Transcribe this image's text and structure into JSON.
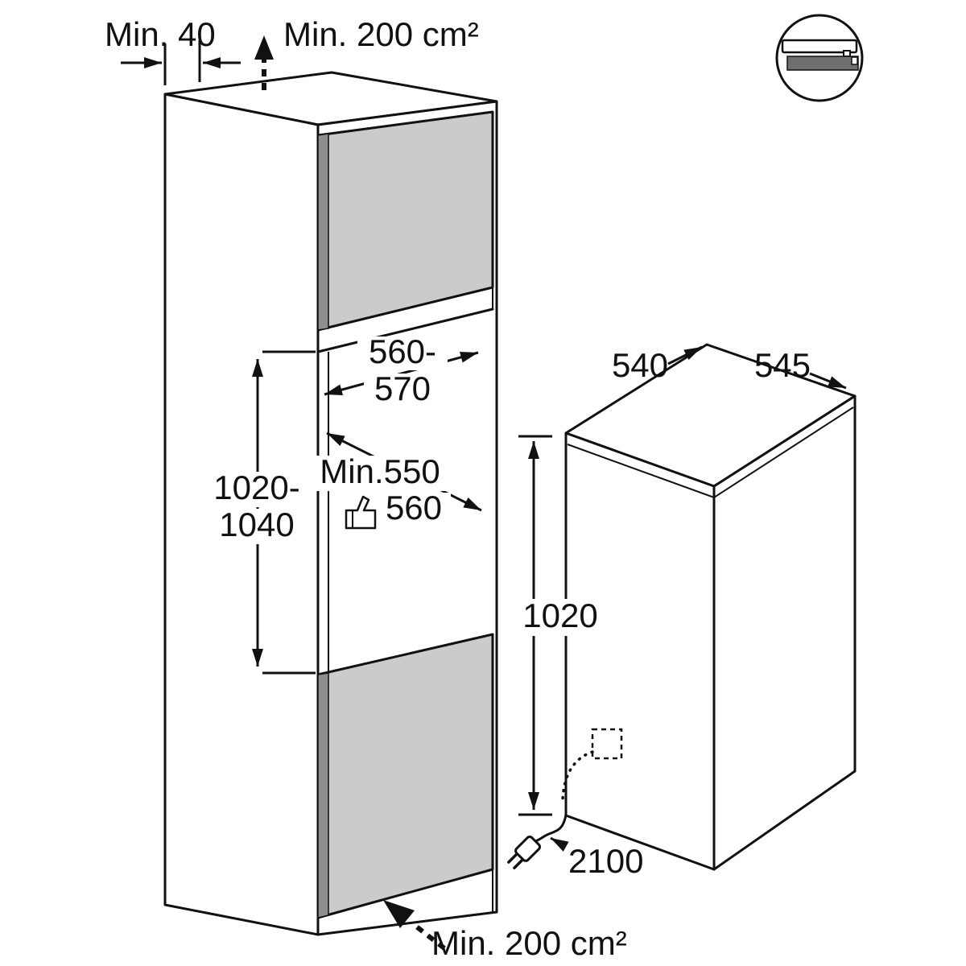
{
  "diagram": {
    "type": "appliance-installation-diagram",
    "subject": "Built-in refrigerator housing niche and appliance dimensions",
    "labels": {
      "min_gap_top": "Min. 40",
      "vent_top": "Min. 200 cm²",
      "niche_width_line1": "560-",
      "niche_width_line2": "570",
      "niche_height_line1": "1020-",
      "niche_height_line2": "1040",
      "niche_depth_line1": "Min.550",
      "niche_depth_line2": "560",
      "appliance_width": "540",
      "appliance_depth": "545",
      "appliance_height": "1020",
      "cable_length": "2100",
      "vent_bottom": "Min. 200 cm²"
    },
    "icons": {
      "grille": "plinth-ventilation-grille-icon",
      "thumbs_up": "thumbs-up-icon",
      "plug": "power-plug-icon",
      "outlet": "socket-outlet-dashed-icon",
      "airflow_top": "airflow-arrow-up-icon",
      "airflow_bottom": "airflow-arrow-icon"
    },
    "colors": {
      "line": "#111111",
      "door_panel": "#cbcbcb",
      "door_edge_shadow": "#8f8f8f",
      "grille_bar": "#6f6f6f",
      "background": "#ffffff"
    }
  }
}
